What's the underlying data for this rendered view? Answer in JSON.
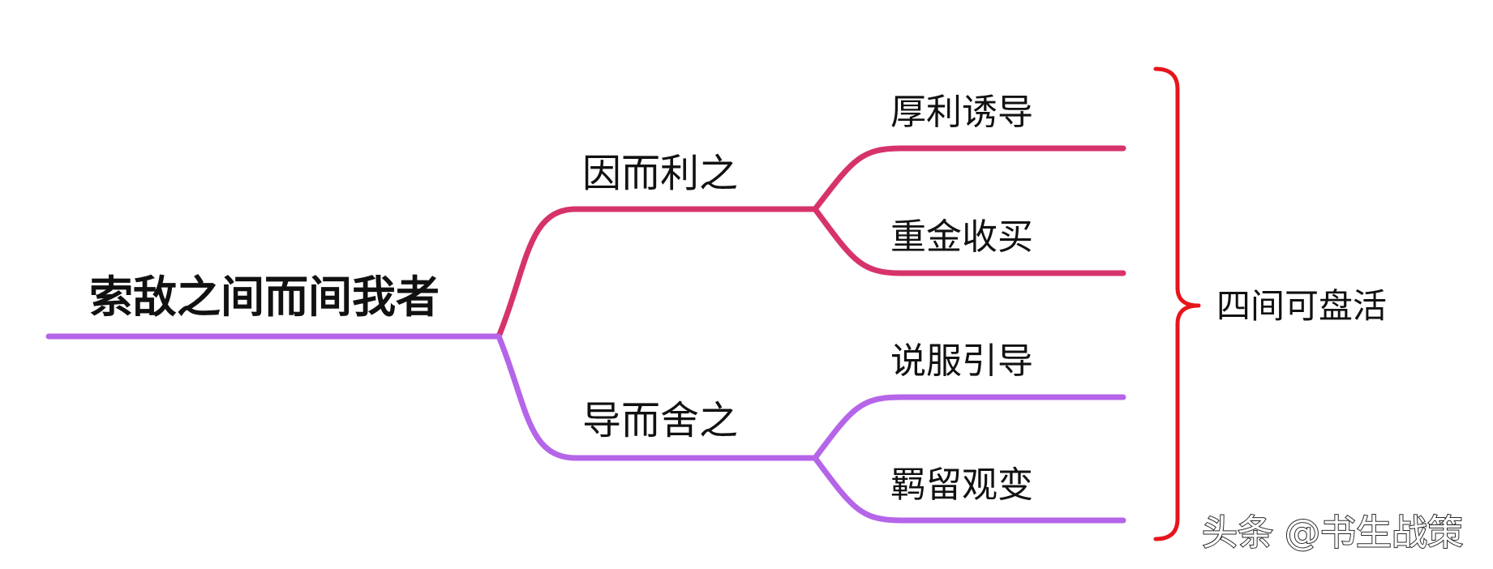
{
  "colors": {
    "root_line": "#b565e8",
    "branch_top": "#d6336c",
    "branch_bottom": "#b565e8",
    "summary": "#e8141c",
    "text": "#111111"
  },
  "root": {
    "label": "索敌之间而间我者"
  },
  "branches": [
    {
      "label": "因而利之",
      "children": [
        {
          "label": "厚利诱导"
        },
        {
          "label": "重金收买"
        }
      ]
    },
    {
      "label": "导而舍之",
      "children": [
        {
          "label": "说服引导"
        },
        {
          "label": "羁留观变"
        }
      ]
    }
  ],
  "summary": {
    "label": "四间可盘活"
  },
  "watermark": {
    "label": "头条 @书生战策"
  }
}
